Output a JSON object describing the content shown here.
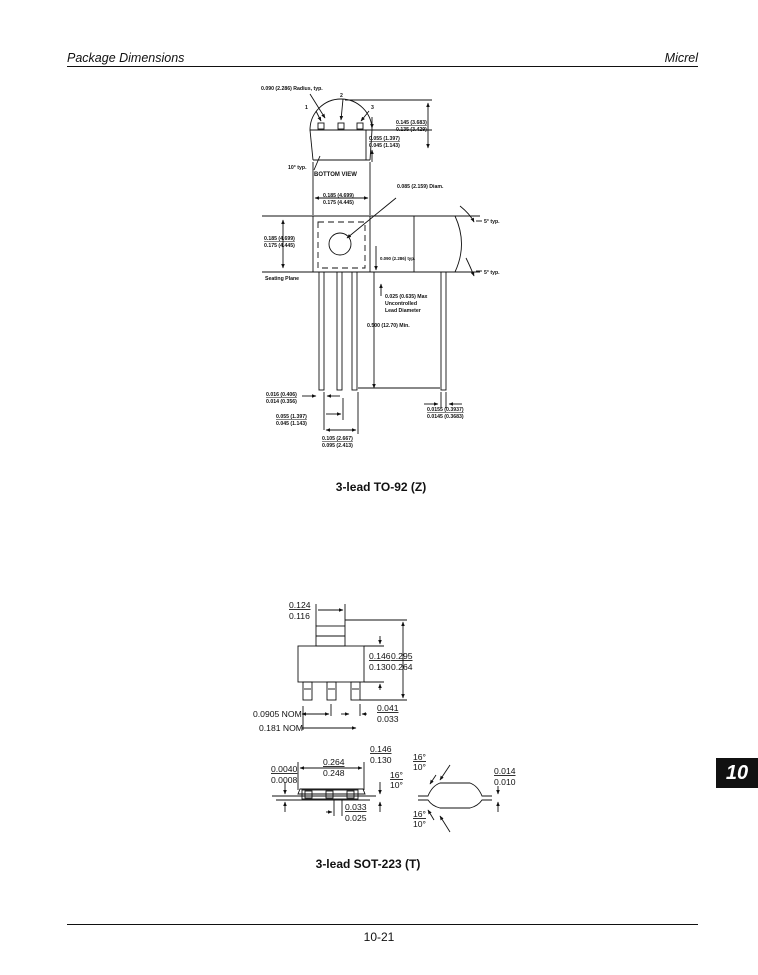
{
  "header": {
    "left": "Package Dimensions",
    "right": "Micrel"
  },
  "to92": {
    "caption": "3-lead TO-92 (Z)",
    "labels": {
      "radius": "0.090 (2.286) Radius, typ.",
      "pin1": "1",
      "pin2": "2",
      "pin3": "3",
      "h1a": "0.145 (3.683)",
      "h1b": "0.135 (3.429)",
      "h2a": "0.055 (1.397)",
      "h2b": "0.045 (1.143)",
      "ten_typ": "10° typ.",
      "bottom_view": "BOTTOM VIEW",
      "w1a": "0.185 (4.699)",
      "w1b": "0.175 (4.445)",
      "diam": "0.085 (2.159) Diam.",
      "h3a": "0.185 (4.699)",
      "h3b": "0.175 (4.445)",
      "seating": "Seating Plane",
      "typ090": "0.090 (2.286) typ.",
      "five_top": "5° typ.",
      "five_bot": "5° typ.",
      "lead1": "0.025 (0.635) Max",
      "lead2": "Uncontrolled",
      "lead3": "Lead Diameter",
      "len": "0.500 (12.70) Min.",
      "la1": "0.016 (0.406)",
      "la2": "0.014 (0.356)",
      "lb1": "0.055 (1.397)",
      "lb2": "0.045 (1.143)",
      "lc1": "0.105 (2.667)",
      "lc2": "0.095 (2.413)",
      "ld1": "0.0155 (0.3937)",
      "ld2": "0.0145 (0.3683)"
    }
  },
  "sot223": {
    "caption": "3-lead SOT-223 (T)",
    "labels": {
      "t1": "0.124",
      "t2": "0.116",
      "h1": "0.146",
      "h2": "0.130",
      "h3": "0.295",
      "h4": "0.264",
      "nom1": "0.0905 NOM",
      "nom2": "0.181 NOM",
      "p1": "0.041",
      "p2": "0.033",
      "s1": "0.146",
      "s2": "0.130",
      "w1": "0.264",
      "w2": "0.248",
      "t3": "0.0040",
      "t4": "0.0008",
      "a1": "16°",
      "a2": "10°",
      "a3": "16°",
      "a4": "10°",
      "a5": "16°",
      "a6": "10°",
      "r1": "0.014",
      "r2": "0.010",
      "b1": "0.033",
      "b2": "0.025"
    }
  },
  "section_tab": "10",
  "page_number": "10-21"
}
